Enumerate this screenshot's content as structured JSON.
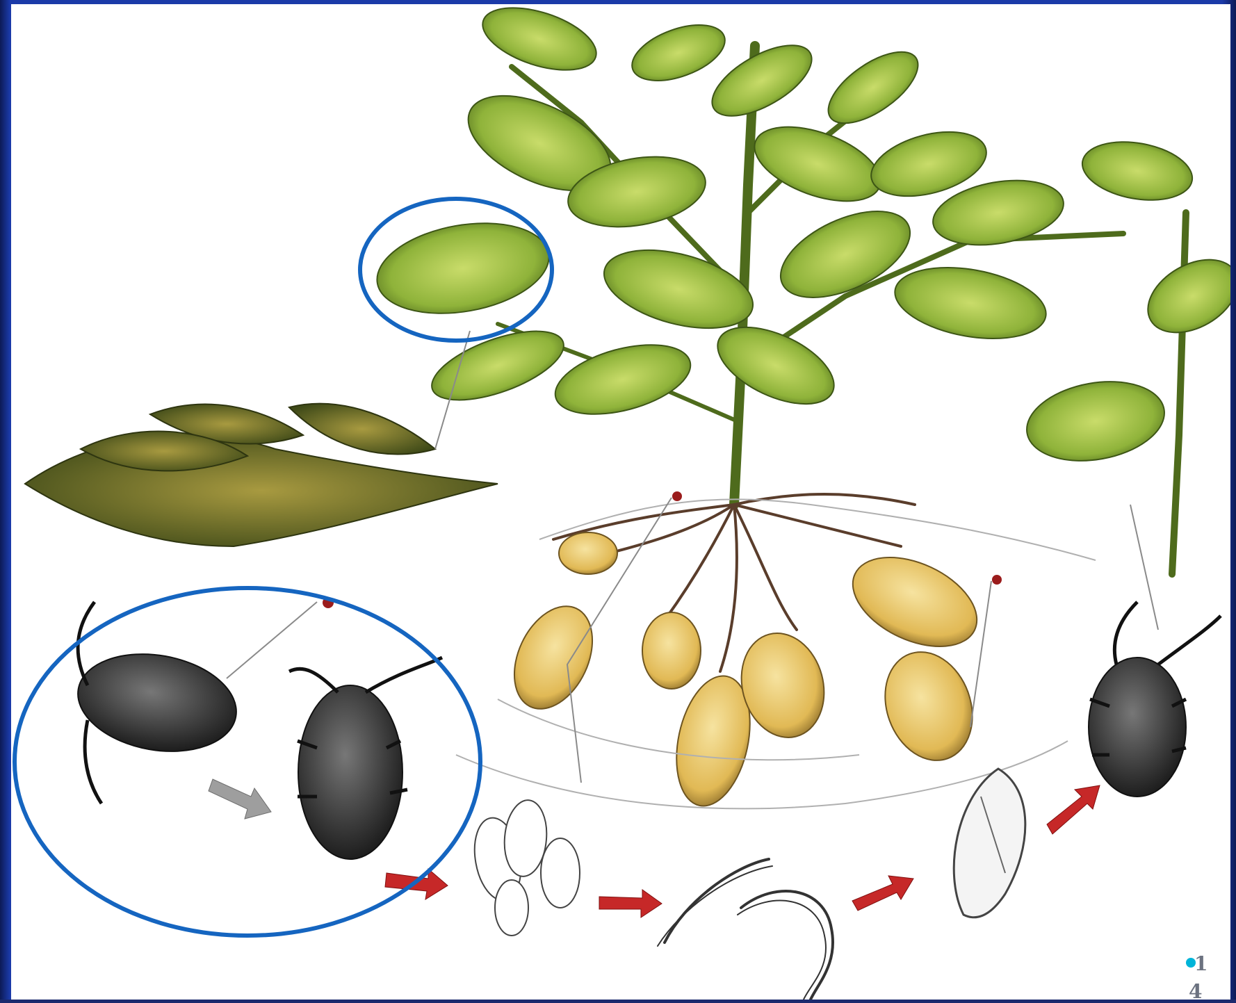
{
  "slide": {
    "page_number_line1": "1",
    "page_number_line2": "4"
  },
  "highlights": [
    {
      "label": "leaf-damage-circle",
      "color": "#1565c0"
    },
    {
      "label": "beetle-stage-circle",
      "color": "#1565c0"
    }
  ],
  "colors": {
    "frame": "#1b3aa8",
    "leaf": "#8fb33a",
    "leaf_dark": "#4e6b1c",
    "tuber": "#e7c46a",
    "beetle": "#3a3a3a",
    "arrow_red": "#c62828",
    "arrow_grey": "#9e9e9e",
    "circle": "#1565c0",
    "bullet": "#00b4d8"
  }
}
